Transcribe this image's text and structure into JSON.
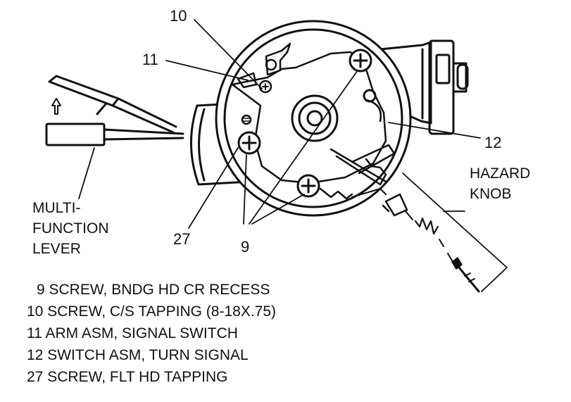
{
  "callouts": {
    "c10": "10",
    "c11": "11",
    "c12": "12",
    "c27": "27",
    "c9": "9"
  },
  "labels": {
    "hazard_line1": "HAZARD",
    "hazard_line2": "KNOB",
    "lever_line1": "MULTI-",
    "lever_line2": "FUNCTION",
    "lever_line3": "LEVER"
  },
  "legend": [
    "9 SCREW, BNDG HD CR RECESS",
    "10 SCREW, C/S TAPPING (8-18X.75)",
    "11 ARM ASM, SIGNAL SWITCH",
    "12 SWITCH ASM, TURN SIGNAL",
    "27 SCREW, FLT HD TAPPING"
  ]
}
